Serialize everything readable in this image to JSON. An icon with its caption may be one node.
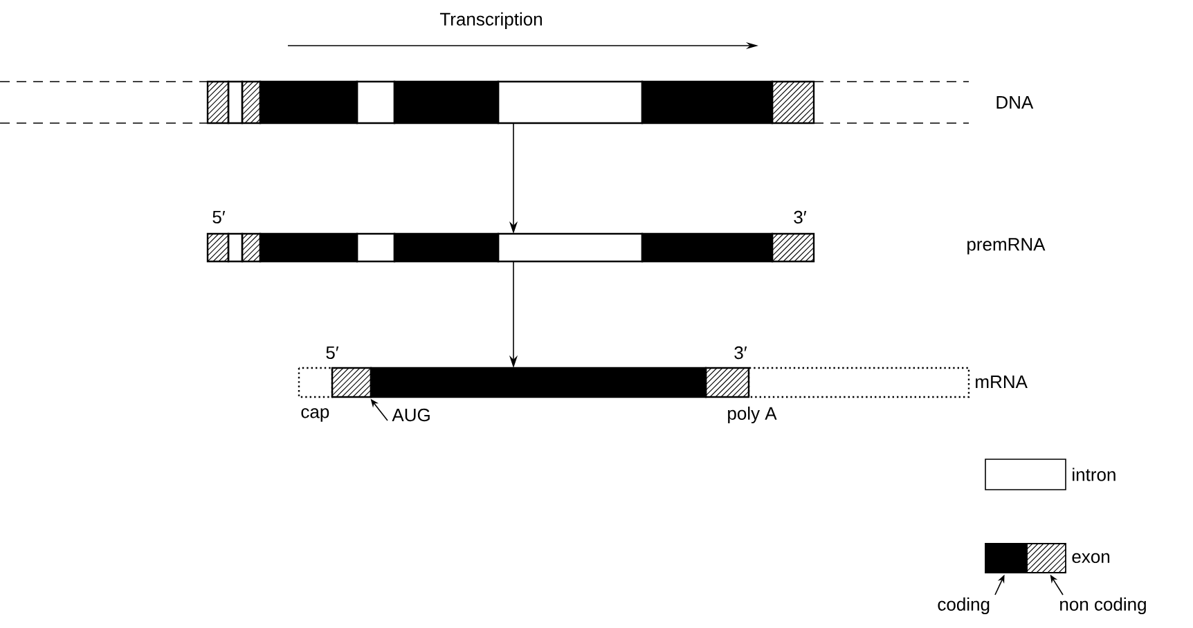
{
  "diagram": {
    "nodes": [
      {
        "text": [],
        "shape": "bar"
      },
      {
        "text": [],
        "shape": "bar",
        "beside": [
          "5′",
          "3′"
        ]
      },
      {
        "text": [],
        "shape": "bar",
        "beside": [
          "5′",
          "3′",
          "mRNA"
        ]
      },
      {
        "text": [
          "AUG"
        ]
      },
      {
        "text": [
          "coding"
        ]
      },
      {
        "text": [
          "non coding"
        ]
      },
      {
        "text": [],
        "shape": "box"
      }
    ],
    "edges": [
      {
        "from": 0,
        "to": 1,
        "arrow": "to"
      },
      {
        "from": 1,
        "to": 2,
        "arrow": "to"
      },
      {
        "from": 3,
        "to": 2,
        "arrow": "to"
      },
      {
        "from": 4,
        "to": 6,
        "arrow": "to"
      },
      {
        "from": 5,
        "to": 6,
        "arrow": "to"
      }
    ],
    "labels": [
      "Transcription",
      "DNA",
      "premRNA",
      "cap",
      "poly A"
    ],
    "legend": [
      {
        "text": "intron"
      },
      {
        "text": "exon"
      }
    ]
  }
}
